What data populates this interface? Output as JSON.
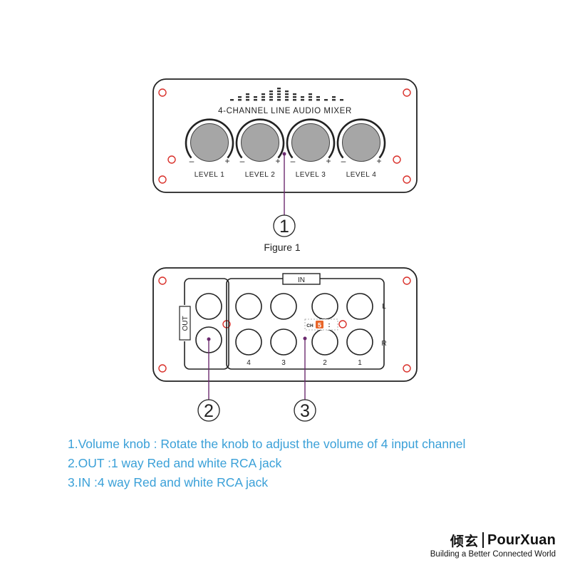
{
  "front_panel": {
    "title": "4-CHANNEL LINE AUDIO MIXER",
    "knobs": [
      {
        "label": "LEVEL 1",
        "minus": "–",
        "plus": "+"
      },
      {
        "label": "LEVEL 2",
        "minus": "–",
        "plus": "+"
      },
      {
        "label": "LEVEL 3",
        "minus": "–",
        "plus": "+"
      },
      {
        "label": "LEVEL 4",
        "minus": "–",
        "plus": "+"
      }
    ],
    "callout": "1",
    "caption": "Figure 1"
  },
  "rear_panel": {
    "in_label": "IN",
    "out_label": "OUT",
    "row_labels": {
      "left": "L",
      "right": "R"
    },
    "channel_numbers": [
      "4",
      "3",
      "2",
      "1"
    ],
    "led_text": "CH",
    "led_digit": "5",
    "led_colon": ":",
    "callouts": [
      "2",
      "3"
    ]
  },
  "descriptions": [
    "1.Volume knob : Rotate the knob to adjust the volume of 4 input channel",
    "2.OUT :1 way Red and white RCA jack",
    "3.IN :4 way Red and white RCA jack"
  ],
  "brand": {
    "chinese": "倾玄",
    "name": "PourXuan",
    "tagline": "Building a Better Connected World"
  },
  "colors": {
    "outline": "#222222",
    "screw_hole": "#d9302a",
    "knob_fill": "#a6a6a6",
    "callout_line": "#6b2a6e",
    "description_text": "#3aa0d8",
    "led_digit": "#e8662a"
  }
}
